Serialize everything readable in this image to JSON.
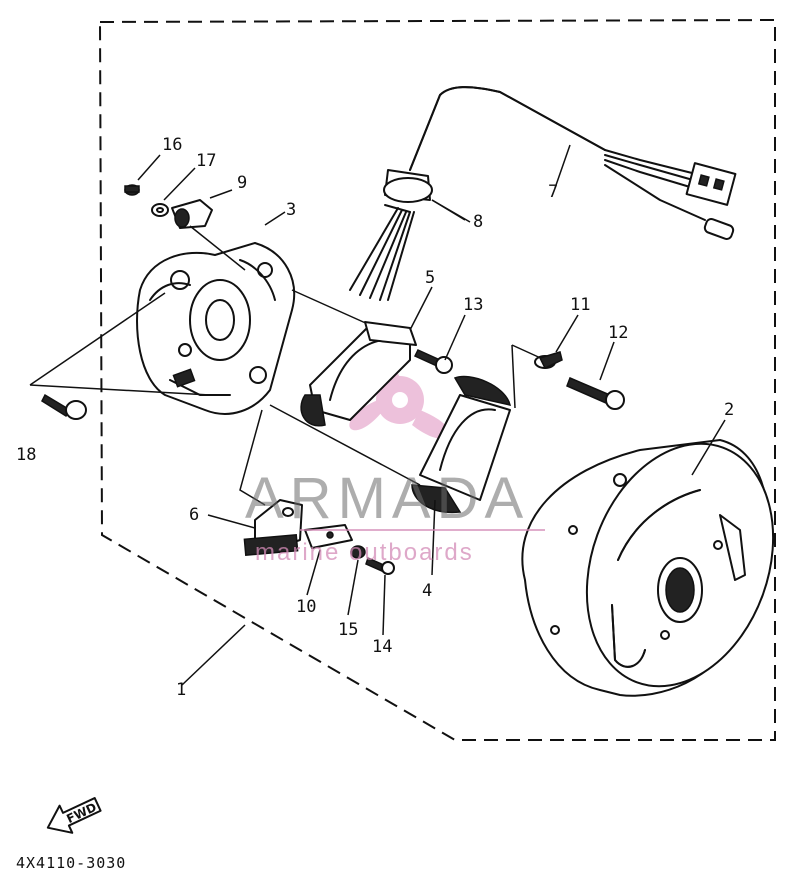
{
  "callouts": {
    "c1": "1",
    "c2": "2",
    "c3": "3",
    "c4": "4",
    "c5": "5",
    "c6": "6",
    "c7": "7",
    "c8": "8",
    "c9": "9",
    "c10": "10",
    "c11": "11",
    "c12": "12",
    "c13": "13",
    "c14": "14",
    "c15": "15",
    "c16": "16",
    "c17": "17",
    "c18": "18"
  },
  "diagram_code": "4X4110-3030",
  "fwd_label": "FWD",
  "watermark": {
    "brand": "ARMADA",
    "tagline": "marine outboards",
    "accent": "#d48bb7"
  },
  "icons": {
    "watermark_logo": "propeller-icon",
    "direction": "fwd-arrow-icon"
  }
}
